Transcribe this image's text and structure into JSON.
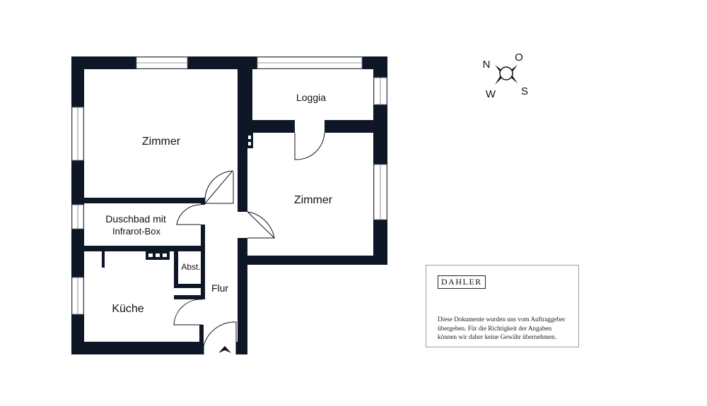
{
  "rooms": {
    "zimmer_1": "Zimmer",
    "zimmer_2": "Zimmer",
    "loggia": "Loggia",
    "bath_line1": "Duschbad mit",
    "bath_line2": "Infrarot-Box",
    "abstell": "Abst.",
    "flur": "Flur",
    "kueche": "Küche"
  },
  "compass": {
    "n": "N",
    "o": "O",
    "s": "S",
    "w": "W"
  },
  "disclaimer": {
    "logo": "DAHLER",
    "line1": "Diese Dokumente wurden uns vom Auftraggeber",
    "line2": "übergeben. Für die Richtigkeit der Angaben",
    "line3": "können wir daher keine Gewähr übernehmen."
  },
  "colors": {
    "wall": "#0e1726",
    "window": "#ffffff",
    "door_line": "#111111"
  }
}
